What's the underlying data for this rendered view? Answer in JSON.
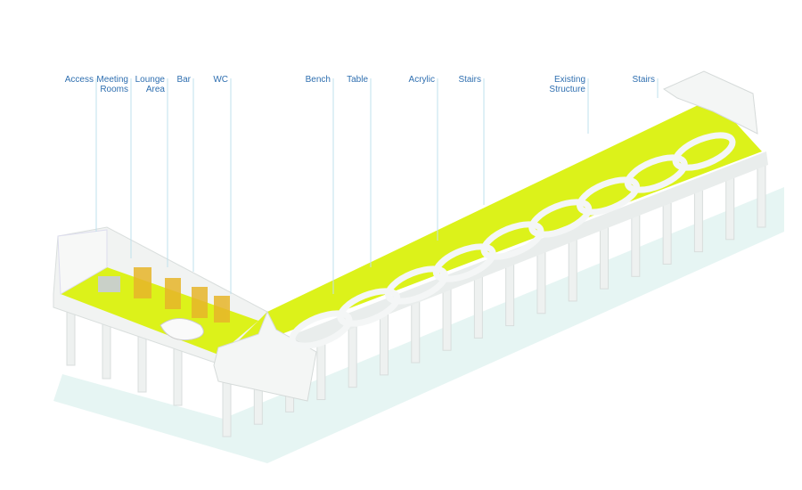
{
  "labels": [
    {
      "id": "access",
      "lines": [
        "Access"
      ]
    },
    {
      "id": "meeting-rooms",
      "lines": [
        "Meeting",
        "Rooms"
      ]
    },
    {
      "id": "lounge-area",
      "lines": [
        "Lounge",
        "Area"
      ]
    },
    {
      "id": "bar",
      "lines": [
        "Bar"
      ]
    },
    {
      "id": "wc",
      "lines": [
        "WC"
      ]
    },
    {
      "id": "bench",
      "lines": [
        "Bench"
      ]
    },
    {
      "id": "table",
      "lines": [
        "Table"
      ]
    },
    {
      "id": "acrylic",
      "lines": [
        "Acrylic"
      ]
    },
    {
      "id": "stairs-1",
      "lines": [
        "Stairs"
      ]
    },
    {
      "id": "existing-structure",
      "lines": [
        "Existing",
        "Structure"
      ]
    },
    {
      "id": "stairs-2",
      "lines": [
        "Stairs"
      ]
    }
  ],
  "colors": {
    "floor": "#dcf21a",
    "structure": "#f3f5f4",
    "shadow": "#e2f3f2",
    "label": "#2f6fb0",
    "leader": "#bfe0ec"
  }
}
